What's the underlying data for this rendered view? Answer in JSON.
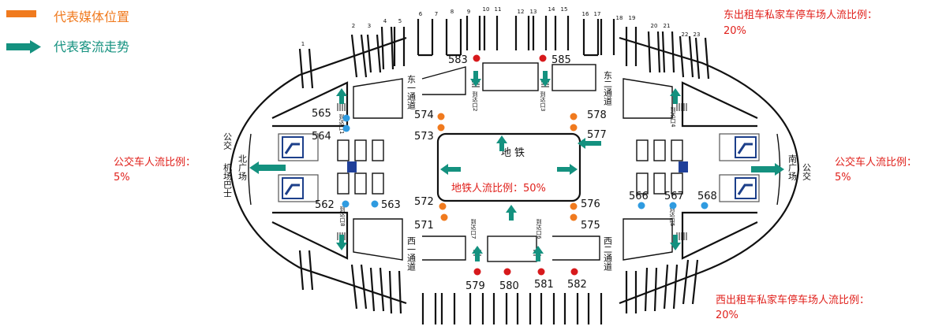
{
  "legend": {
    "media_label": "代表媒体位置",
    "flow_label": "代表客流走势",
    "media_color": "#f07a1e",
    "flow_color": "#14917f"
  },
  "colors": {
    "red_dot": "#d7191c",
    "orange_dot": "#f07a1e",
    "blue_dot": "#2f9be0",
    "stat_text": "#e0201b"
  },
  "stats": {
    "east_taxi_line1": "东出租车私家车停车场人流比例：",
    "east_taxi_line2": "20%",
    "west_taxi_line1": "西出租车私家车停车场人流比例：",
    "west_taxi_line2": "20%",
    "bus_left_line1": "公交车人流比例：",
    "bus_left_line2": "5%",
    "bus_right_line1": "公交车人流比例：",
    "bus_right_line2": "5%",
    "metro": "地铁人流比例：50%"
  },
  "areas": {
    "metro": "地 铁",
    "east1": "东一通道",
    "east2": "东二通道",
    "west1": "西一通道",
    "west2": "西二通道",
    "north_square": "北广场",
    "airport_bus": "机场巴士",
    "bus_left": "公交",
    "south_square": "南广场",
    "bus_right": "公交"
  },
  "exits": [
    "到达口1",
    "到达口2",
    "到达口3",
    "到达口4",
    "到达口5",
    "到达口6",
    "到达口7",
    "到达口8"
  ],
  "platforms": [
    "1",
    "2",
    "3",
    "4",
    "5",
    "6",
    "7",
    "8",
    "9",
    "10",
    "11",
    "12",
    "13",
    "14",
    "15",
    "16",
    "17",
    "18",
    "19",
    "20",
    "21",
    "22",
    "23"
  ],
  "media_points": {
    "red": [
      "583",
      "585",
      "579",
      "580",
      "581",
      "582"
    ],
    "orange": [
      "574",
      "573",
      "572",
      "571",
      "578",
      "577",
      "576",
      "575"
    ],
    "blue": [
      "565",
      "564",
      "562",
      "563",
      "566",
      "567",
      "568"
    ]
  }
}
